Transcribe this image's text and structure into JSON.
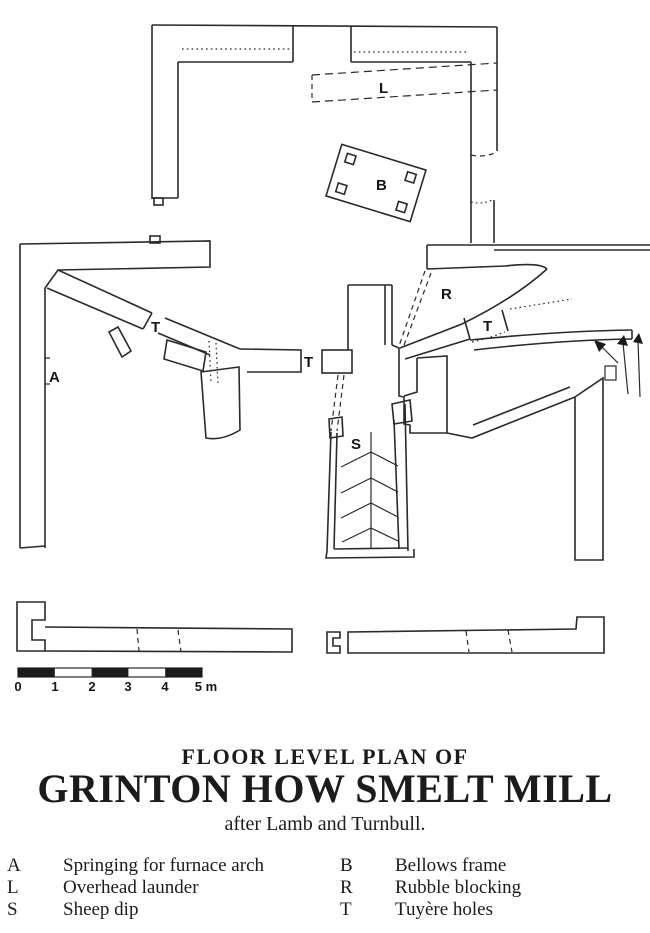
{
  "figure": {
    "type": "archaeological floor plan",
    "title_line1": "FLOOR LEVEL PLAN OF",
    "title_line2": "GRINTON HOW SMELT MILL",
    "attribution": "after Lamb and Turnbull."
  },
  "plan": {
    "labels": {
      "A": "A",
      "L": "L",
      "S": "S",
      "B": "B",
      "R": "R",
      "T1": "T",
      "T2": "T",
      "T3": "T"
    }
  },
  "scale_bar": {
    "segments": 5,
    "unit": "m",
    "labels": [
      "0",
      "1",
      "2",
      "3",
      "4",
      "5 m"
    ]
  },
  "legend": {
    "left": [
      {
        "key": "A",
        "desc": "Springing for furnace arch"
      },
      {
        "key": "L",
        "desc": "Overhead launder"
      },
      {
        "key": "S",
        "desc": "Sheep dip"
      }
    ],
    "right": [
      {
        "key": "B",
        "desc": "Bellows frame"
      },
      {
        "key": "R",
        "desc": "Rubble blocking"
      },
      {
        "key": "T",
        "desc": "Tuyère holes"
      }
    ]
  },
  "colors": {
    "ink": "#2a2a2a",
    "paper": "#ffffff"
  }
}
